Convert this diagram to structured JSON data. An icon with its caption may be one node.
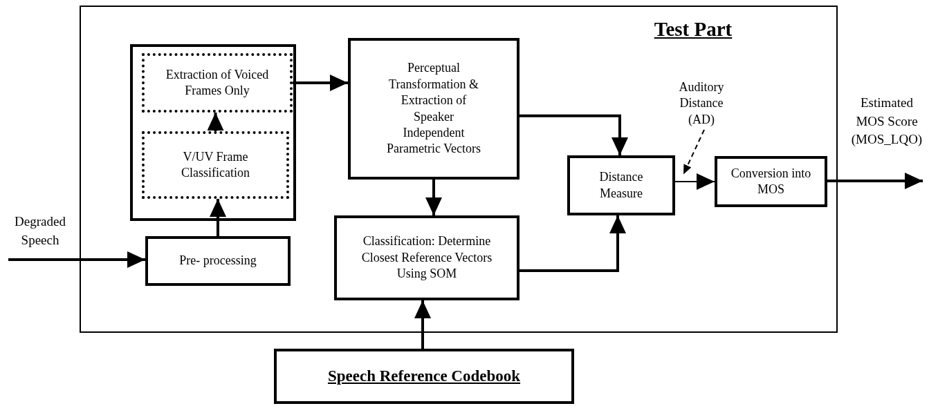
{
  "diagram": {
    "nodes": [
      {
        "text": [
          "Test Part"
        ]
      },
      {
        "text": [],
        "shape": "box",
        "in": 0
      },
      {
        "text": [
          "Extraction of Voiced Frames Only"
        ],
        "in": 1
      },
      {
        "text": [
          "V/UV Frame Classification"
        ],
        "in": 1
      },
      {
        "text": [
          "Pre- processing"
        ],
        "in": 0
      },
      {
        "text": [
          "Perceptual Transformation & Extraction of Speaker Independent Parametric Vectors"
        ],
        "in": 0
      },
      {
        "text": [
          "Classification: Determine Closest Reference Vectors Using SOM"
        ],
        "in": 0
      },
      {
        "text": [
          "Distance Measure"
        ],
        "in": 0
      },
      {
        "text": [
          "Conversion into MOS"
        ],
        "in": 0
      },
      {
        "text": [
          "Speech Reference Codebook"
        ]
      },
      {
        "text": [
          "Auditory Distance (AD)"
        ],
        "in": 0
      }
    ],
    "edges": [
      {
        "from": 2,
        "to": 5,
        "arrow": "to"
      },
      {
        "from": 3,
        "to": 2,
        "arrow": "to"
      },
      {
        "from": 4,
        "to": 3,
        "arrow": "to"
      },
      {
        "from": 5,
        "to": 7,
        "arrow": "to"
      },
      {
        "from": 5,
        "to": 6,
        "arrow": "to"
      },
      {
        "from": 6,
        "to": 7,
        "arrow": "to"
      },
      {
        "from": 9,
        "to": 6,
        "arrow": "to"
      },
      {
        "from": 7,
        "to": 8,
        "arrow": "to"
      },
      {
        "from": null,
        "to": 4,
        "arrow": "to"
      },
      {
        "from": 8,
        "to": null,
        "arrow": "to"
      },
      {
        "from": 10,
        "to": 7,
        "arrow": "to",
        "style": "dashed"
      }
    ],
    "labels": [
      "Degraded Speech",
      "Estimated MOS Score (MOS_LQO)"
    ]
  }
}
